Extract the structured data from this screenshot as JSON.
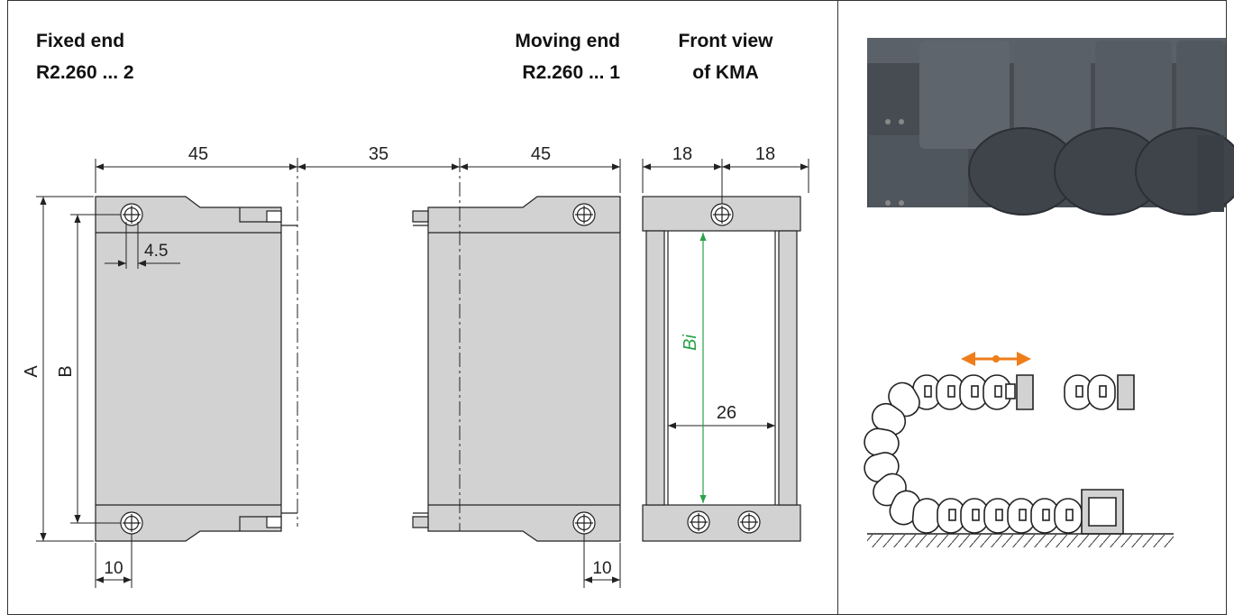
{
  "headings": {
    "fixed_end": {
      "line1": "Fixed end",
      "line2": "R2.260 ... 2"
    },
    "moving_end": {
      "line1": "Moving end",
      "line2": "R2.260 ... 1"
    },
    "front_view": {
      "line1": "Front view",
      "line2": "of KMA"
    }
  },
  "dimensions": {
    "fixed_len": "45",
    "gap_len": "35",
    "moving_len": "45",
    "front_left": "18",
    "front_right": "18",
    "hole_dia": "4.5",
    "fixed_hole_offset": "10",
    "moving_hole_offset": "10",
    "inner_width": "26",
    "label_a": "A",
    "label_b": "B",
    "label_bi": "Bi"
  },
  "colors": {
    "part_fill": "#d2d2d2",
    "line": "#222222",
    "bi_arrow": "#2aa24a",
    "motion_arrow": "#ef7d1a",
    "photo_dark": "#4a5057"
  }
}
